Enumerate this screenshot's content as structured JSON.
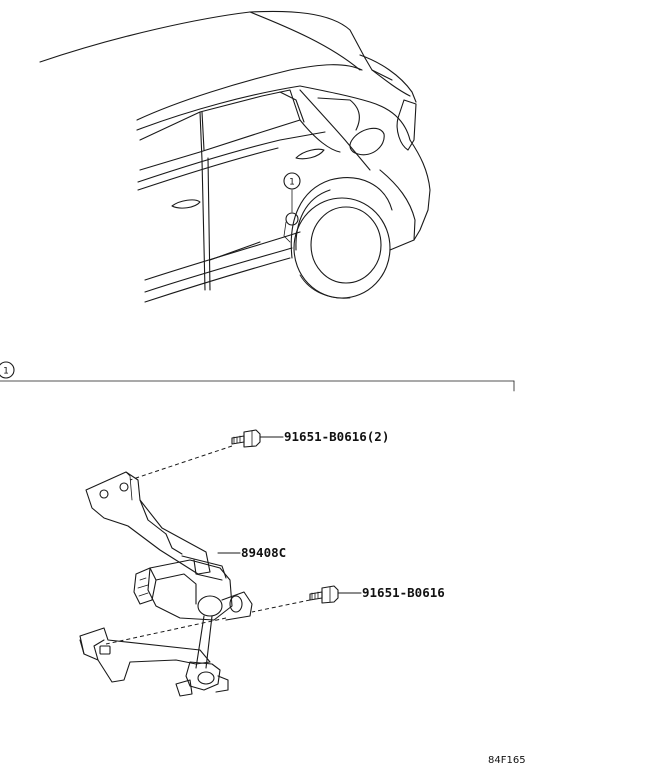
{
  "callouts": {
    "car_callout": "1",
    "section_callout": "1"
  },
  "parts": {
    "bolt_upper": "91651-B0616(2)",
    "sensor": "89408C",
    "bolt_lower": "91651-B0616"
  },
  "reference_code": "84F165"
}
